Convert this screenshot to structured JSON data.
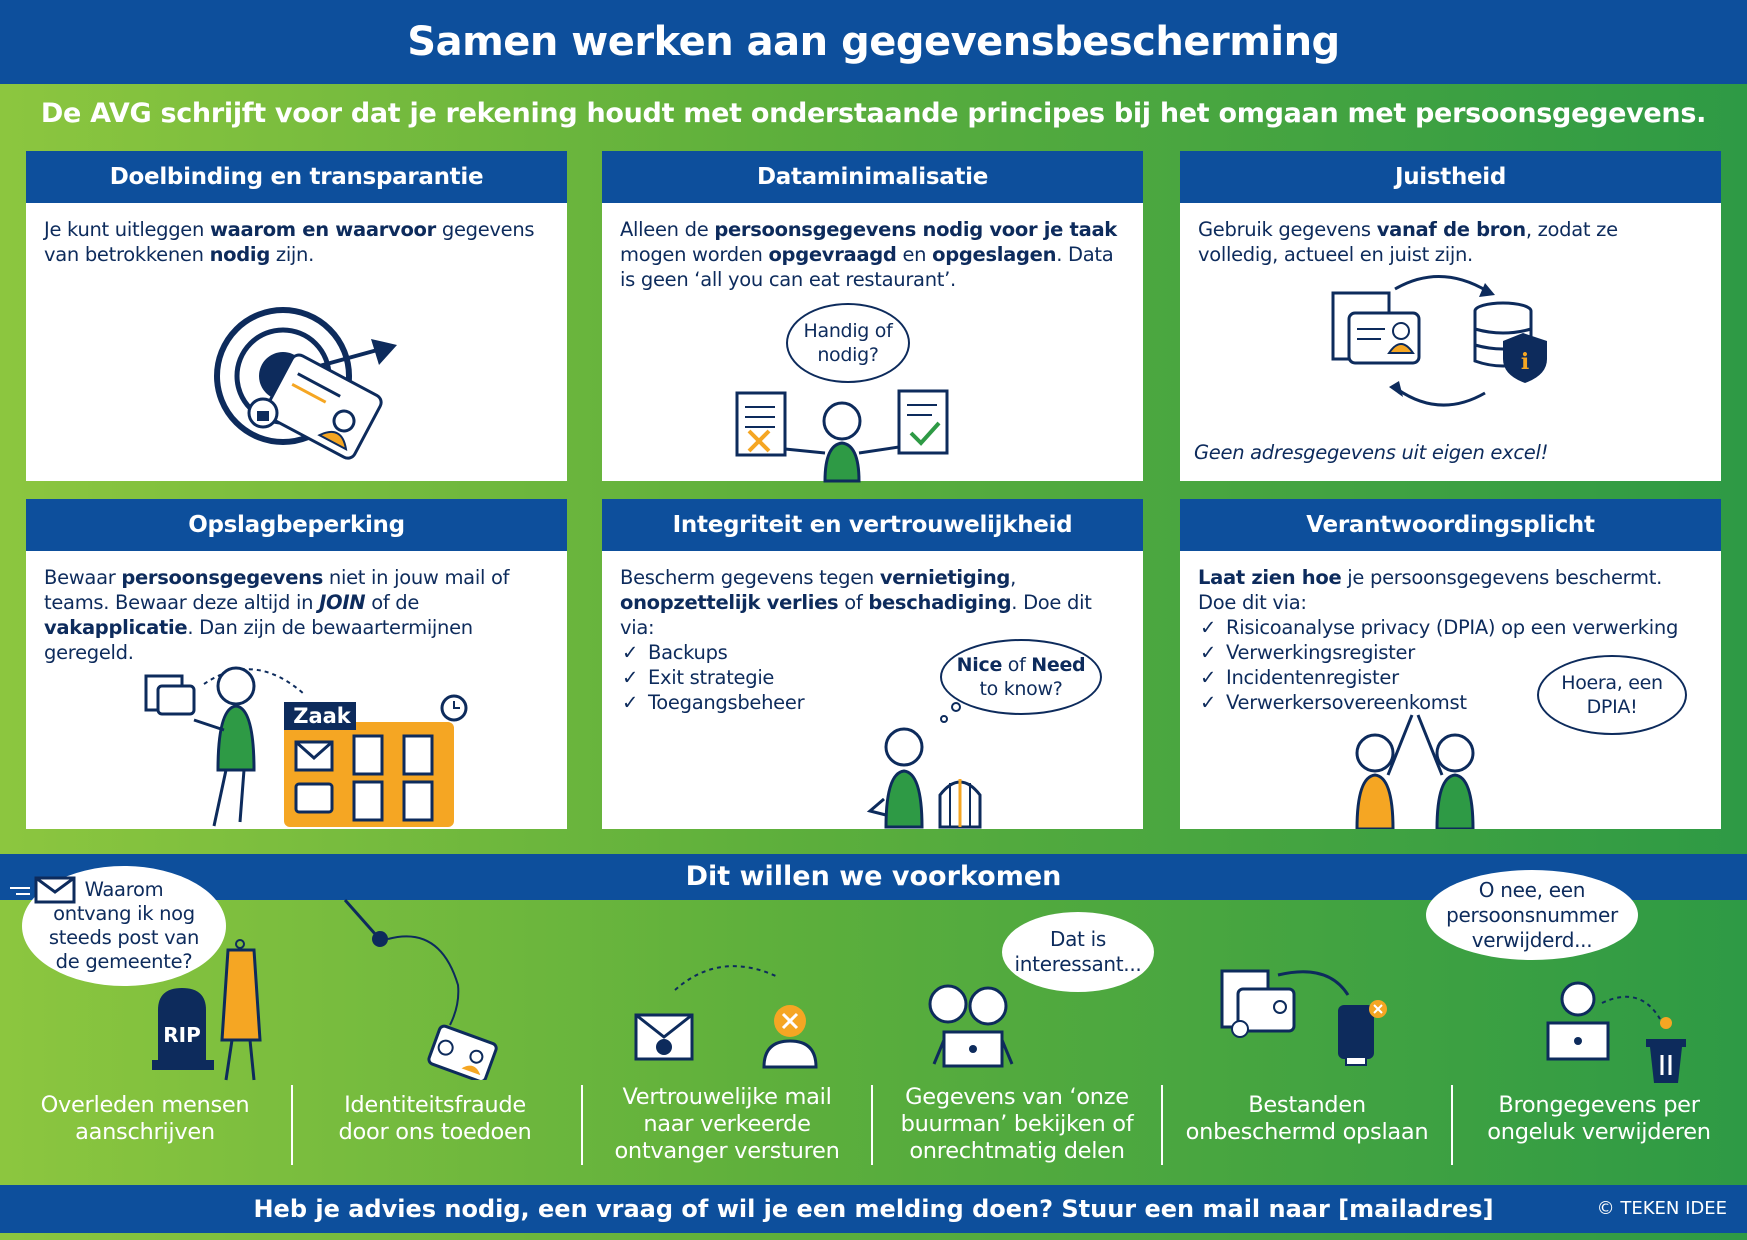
{
  "title": "Samen werken aan gegevensbescherming",
  "subtitle": "De AVG schrijft voor dat je rekening houdt met onderstaande principes bij het omgaan met persoonsgegevens.",
  "cards": {
    "doelbinding": {
      "heading": "Doelbinding en transparantie",
      "t1": "Je kunt uitleggen ",
      "b1": "waarom en waarvoor",
      "t2": " gegevens van betrokkenen ",
      "b2": "nodig",
      "t3": " zijn."
    },
    "dataminimalisatie": {
      "heading": "Dataminimalisatie",
      "t1": "Alleen de ",
      "b1": "persoonsgegevens nodig voor je taak",
      "t2": " mogen worden ",
      "b2": "opgevraagd",
      "t3": " en ",
      "b3": "opgeslagen",
      "t4": ". Data is geen ‘all you can eat restaurant’.",
      "bubble": "Handig of nodig?"
    },
    "juistheid": {
      "heading": "Juistheid",
      "t1": "Gebruik gegevens ",
      "b1": "vanaf de bron",
      "t2": ", zodat ze volledig, actueel en juist zijn.",
      "note": "Geen adresgegevens uit eigen excel!"
    },
    "opslagbeperking": {
      "heading": "Opslagbeperking",
      "t1": "Bewaar ",
      "b1": "persoonsgegevens",
      "t2": " niet in jouw mail of teams. Bewaar deze altijd in ",
      "b2": "JOIN",
      "t3": " of de ",
      "b3": "vakapplicatie",
      "t4": ". Dan zijn de bewaartermijnen geregeld.",
      "folder_label": "Zaak"
    },
    "integriteit": {
      "heading": "Integriteit en vertrouwelijkheid",
      "t1": "Bescherm gegevens tegen ",
      "b1": "vernietiging",
      "t2": ", ",
      "b2": "onopzettelijk verlies",
      "t3": " of ",
      "b3": "beschadiging",
      "t4": ". Doe dit via:",
      "items": [
        "Backups",
        "Exit strategie",
        "Toegangsbeheer"
      ],
      "bubble_b1": "Nice",
      "bubble_t1": " of ",
      "bubble_b2": "Need",
      "bubble_t2": "to know?"
    },
    "verantwoording": {
      "heading": "Verantwoordingsplicht",
      "b1": "Laat zien hoe",
      "t1": " je persoonsgegevens beschermt.",
      "t2": "Doe dit via:",
      "items": [
        "Risicoanalyse privacy (DPIA) op een verwerking",
        "Verwerkingsregister",
        "Incidentenregister",
        "Verwerkersovereenkomst"
      ],
      "bubble": "Hoera, een DPIA!"
    }
  },
  "prevent": {
    "heading": "Dit willen we voorkomen",
    "items": [
      {
        "label": "Overleden mensen aanschrijven",
        "bubble": "Waarom ontvang ik nog steeds post van de gemeente?",
        "tomb": "RIP"
      },
      {
        "label": "Identiteitsfraude door ons toedoen"
      },
      {
        "label": "Vertrouwelijke mail naar verkeerde ontvanger versturen"
      },
      {
        "label": "Gegevens van ‘onze buurman’ bekijken of onrechtmatig delen",
        "bubble": "Dat is interessant..."
      },
      {
        "label": "Bestanden onbeschermd opslaan"
      },
      {
        "label": "Brongegevens per ongeluk verwijderen",
        "bubble": "O nee, een persoonsnummer verwijderd..."
      }
    ]
  },
  "footer": {
    "message": "Heb je advies nodig, een vraag of wil je een melding doen? Stuur een mail naar [mailadres]",
    "copyright": "© TEKEN IDEE"
  },
  "colors": {
    "navy": "#0d4f9c",
    "ink": "#0d2b5c",
    "green": "#2e9a45",
    "orange": "#f5a623"
  }
}
